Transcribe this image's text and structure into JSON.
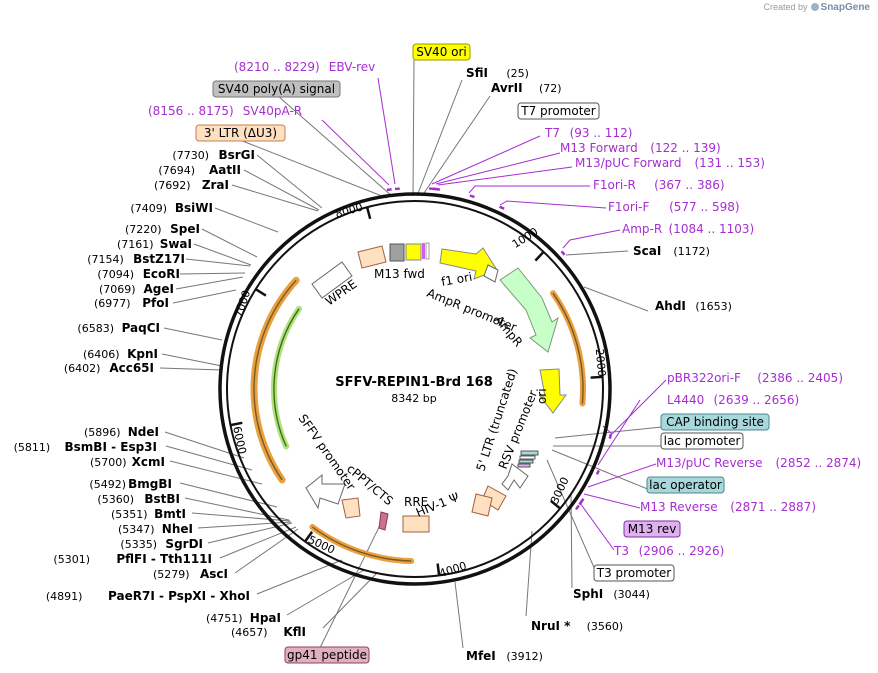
{
  "credit": {
    "prefix": "Created by",
    "brand": "SnapGene"
  },
  "plasmid": {
    "name": "SFFV-REPIN1-Brd 168",
    "length_label": "8342 bp"
  },
  "ticks": [
    {
      "label": "1000",
      "pos": 1000
    },
    {
      "label": "2000",
      "pos": 2000
    },
    {
      "label": "3000",
      "pos": 3000
    },
    {
      "label": "4000",
      "pos": 4000
    },
    {
      "label": "5000",
      "pos": 5000
    },
    {
      "label": "6000",
      "pos": 6000
    },
    {
      "label": "7000",
      "pos": 7000
    },
    {
      "label": "8000",
      "pos": 8000
    }
  ],
  "sites": [
    {
      "name": "SfiI",
      "pos": "(25)"
    },
    {
      "name": "AvrII",
      "pos": "(72)"
    },
    {
      "name": "ScaI",
      "pos": "(1172)"
    },
    {
      "name": "AhdI",
      "pos": "(1653)"
    },
    {
      "name": "SphI",
      "pos": "(3044)"
    },
    {
      "name": "NruI *",
      "pos": "(3560)"
    },
    {
      "name": "MfeI",
      "pos": "(3912)"
    },
    {
      "name": "KflI",
      "pos": "(4657)"
    },
    {
      "name": "HpaI",
      "pos": "(4751)"
    },
    {
      "name": "PaeR7I - PspXI - XhoI",
      "pos": "(4891)"
    },
    {
      "name": "AscI",
      "pos": "(5279)"
    },
    {
      "name": "PflFI - Tth111I",
      "pos": "(5301)"
    },
    {
      "name": "SgrDI",
      "pos": "(5335)"
    },
    {
      "name": "NheI",
      "pos": "(5347)"
    },
    {
      "name": "BmtI",
      "pos": "(5351)"
    },
    {
      "name": "BstBI",
      "pos": "(5360)"
    },
    {
      "name": "BmgBI",
      "pos": "(5492)"
    },
    {
      "name": "XcmI",
      "pos": "(5700)"
    },
    {
      "name": "BsmBI - Esp3I",
      "pos": "(5811)"
    },
    {
      "name": "NdeI",
      "pos": "(5896)"
    },
    {
      "name": "Acc65I",
      "pos": "(6402)"
    },
    {
      "name": "KpnI",
      "pos": "(6406)"
    },
    {
      "name": "PaqCI",
      "pos": "(6583)"
    },
    {
      "name": "PfoI",
      "pos": "(6977)"
    },
    {
      "name": "AgeI",
      "pos": "(7069)"
    },
    {
      "name": "EcoRI",
      "pos": "(7094)"
    },
    {
      "name": "BstZ17I",
      "pos": "(7154)"
    },
    {
      "name": "SwaI",
      "pos": "(7161)"
    },
    {
      "name": "SpeI",
      "pos": "(7220)"
    },
    {
      "name": "BsiWI",
      "pos": "(7409)"
    },
    {
      "name": "ZraI",
      "pos": "(7692)"
    },
    {
      "name": "AatII",
      "pos": "(7694)"
    },
    {
      "name": "BsrGI",
      "pos": "(7730)"
    }
  ],
  "primers": [
    {
      "name": "EBV-rev",
      "range": "(8210 .. 8229)"
    },
    {
      "name": "SV40pA-R",
      "range": "(8156 .. 8175)"
    },
    {
      "name": "T7",
      "range": "(93 .. 112)"
    },
    {
      "name": "M13 Forward",
      "range": "(122 .. 139)"
    },
    {
      "name": "M13/pUC Forward",
      "range": "(131 .. 153)"
    },
    {
      "name": "F1ori-R",
      "range": "(367 .. 386)"
    },
    {
      "name": "F1ori-F",
      "range": "(577 .. 598)"
    },
    {
      "name": "Amp-R",
      "range": "(1084 .. 1103)"
    },
    {
      "name": "pBR322ori-F",
      "range": "(2386 .. 2405)"
    },
    {
      "name": "L4440",
      "range": "(2639 .. 2656)"
    },
    {
      "name": "M13/pUC Reverse",
      "range": "(2852 .. 2874)"
    },
    {
      "name": "M13 Reverse",
      "range": "(2871 .. 2887)"
    },
    {
      "name": "T3",
      "range": "(2906 .. 2926)"
    }
  ],
  "feature_boxes": [
    {
      "label": "SV40 ori",
      "fill": "#ffff00",
      "stroke": "#9a9a00"
    },
    {
      "label": "SV40 poly(A) signal",
      "fill": "#c0c0c0",
      "stroke": "#777777"
    },
    {
      "label": "3' LTR (ΔU3)",
      "fill": "#ffe0c0",
      "stroke": "#c08050"
    },
    {
      "label": "T7 promoter",
      "fill": "#ffffff",
      "stroke": "#555555"
    },
    {
      "label": "CAP binding site",
      "fill": "#a8d8dc",
      "stroke": "#4a8890"
    },
    {
      "label": "lac promoter",
      "fill": "#ffffff",
      "stroke": "#555555"
    },
    {
      "label": "lac operator",
      "fill": "#a8d8dc",
      "stroke": "#4a8890"
    },
    {
      "label": "M13 rev",
      "fill": "#e0b0f0",
      "stroke": "#8030a0"
    },
    {
      "label": "T3 promoter",
      "fill": "#ffffff",
      "stroke": "#555555"
    },
    {
      "label": "gp41 peptide",
      "fill": "#e0b0c0",
      "stroke": "#904060"
    }
  ],
  "feature_labels": {
    "m13fwd": "M13 fwd",
    "wpre": "WPRE",
    "f1ori": "f1 ori",
    "ampr_promoter": "AmpR promoter",
    "ampr": "AmpR",
    "ori": "ori",
    "ltr5": "5' LTR (truncated)",
    "rsv": "RSV promoter",
    "hiv": "HIV-1 Ψ",
    "rre": "RRE",
    "cppt": "cPPT/CTS",
    "sffv": "SFFV promoter"
  },
  "colors": {
    "backbone": "#111111",
    "primer": "#a62ed1",
    "site_line": "#777777",
    "ori_arrow": "#ffff00",
    "ampr_arrow": "#c8ffc8",
    "orange_arc": "#e8a040",
    "green_arc": "#70b040"
  }
}
